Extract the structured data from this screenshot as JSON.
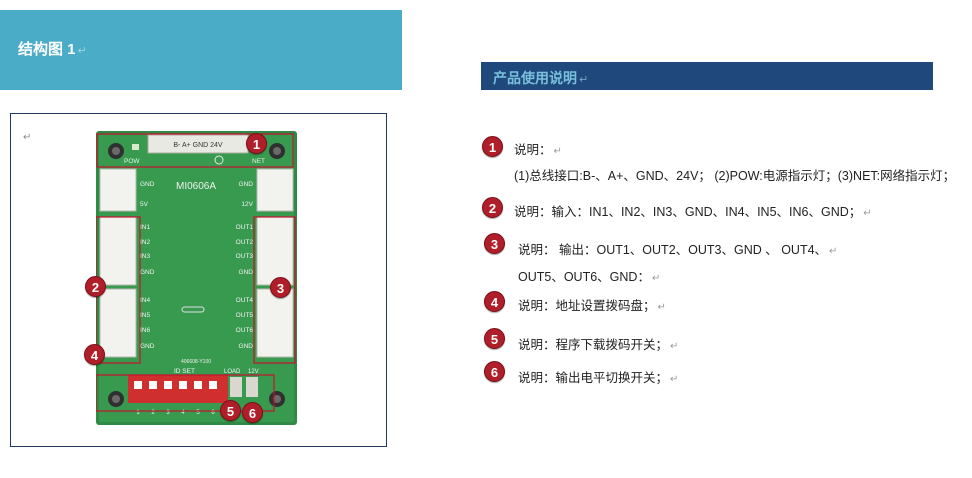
{
  "left_header": {
    "title": "结构图 1",
    "mark": "↵"
  },
  "right_header": {
    "title": "产品使用说明",
    "mark": "↵"
  },
  "figure": {
    "return_mark": "↵",
    "board": {
      "top_label": "B-  A+  GND  24V",
      "pow": "POW",
      "net": "NET",
      "model": "MI0606A",
      "left_side": [
        "GND",
        "5V",
        "IN1",
        "IN2",
        "IN3",
        "GND",
        "IN4",
        "IN5",
        "IN6",
        "GND"
      ],
      "right_side": [
        "GND",
        "12V",
        "OUT1",
        "OUT2",
        "OUT3",
        "GND",
        "OUT4",
        "OUT5",
        "OUT6",
        "GND"
      ],
      "bottom_code": "406608-Y100",
      "id_set": "ID SET",
      "load": "LOAD",
      "v12": "12V",
      "dip_numbers": [
        "1",
        "2",
        "3",
        "4",
        "5",
        "6"
      ]
    },
    "callouts": [
      "1",
      "2",
      "3",
      "4",
      "5",
      "6"
    ]
  },
  "legend": {
    "items": [
      {
        "num": "1",
        "line1": "说明：",
        "line2": "(1)总线接口:B-、A+、GND、24V； (2)POW:电源指示灯；(3)NET:网络指示灯；"
      },
      {
        "num": "2",
        "line1": "说明：输入：IN1、IN2、IN3、GND、IN4、IN5、IN6、GND；"
      },
      {
        "num": "3",
        "line1": "说明：  输出：OUT1、OUT2、OUT3、GND  、   OUT4、",
        "line2": "OUT5、OUT6、GND："
      },
      {
        "num": "4",
        "line1": "说明：地址设置拨码盘；"
      },
      {
        "num": "5",
        "line1": "说明：程序下载拨码开关；"
      },
      {
        "num": "6",
        "line1": "说明：输出电平切换开关；"
      }
    ],
    "mark": "↵"
  }
}
